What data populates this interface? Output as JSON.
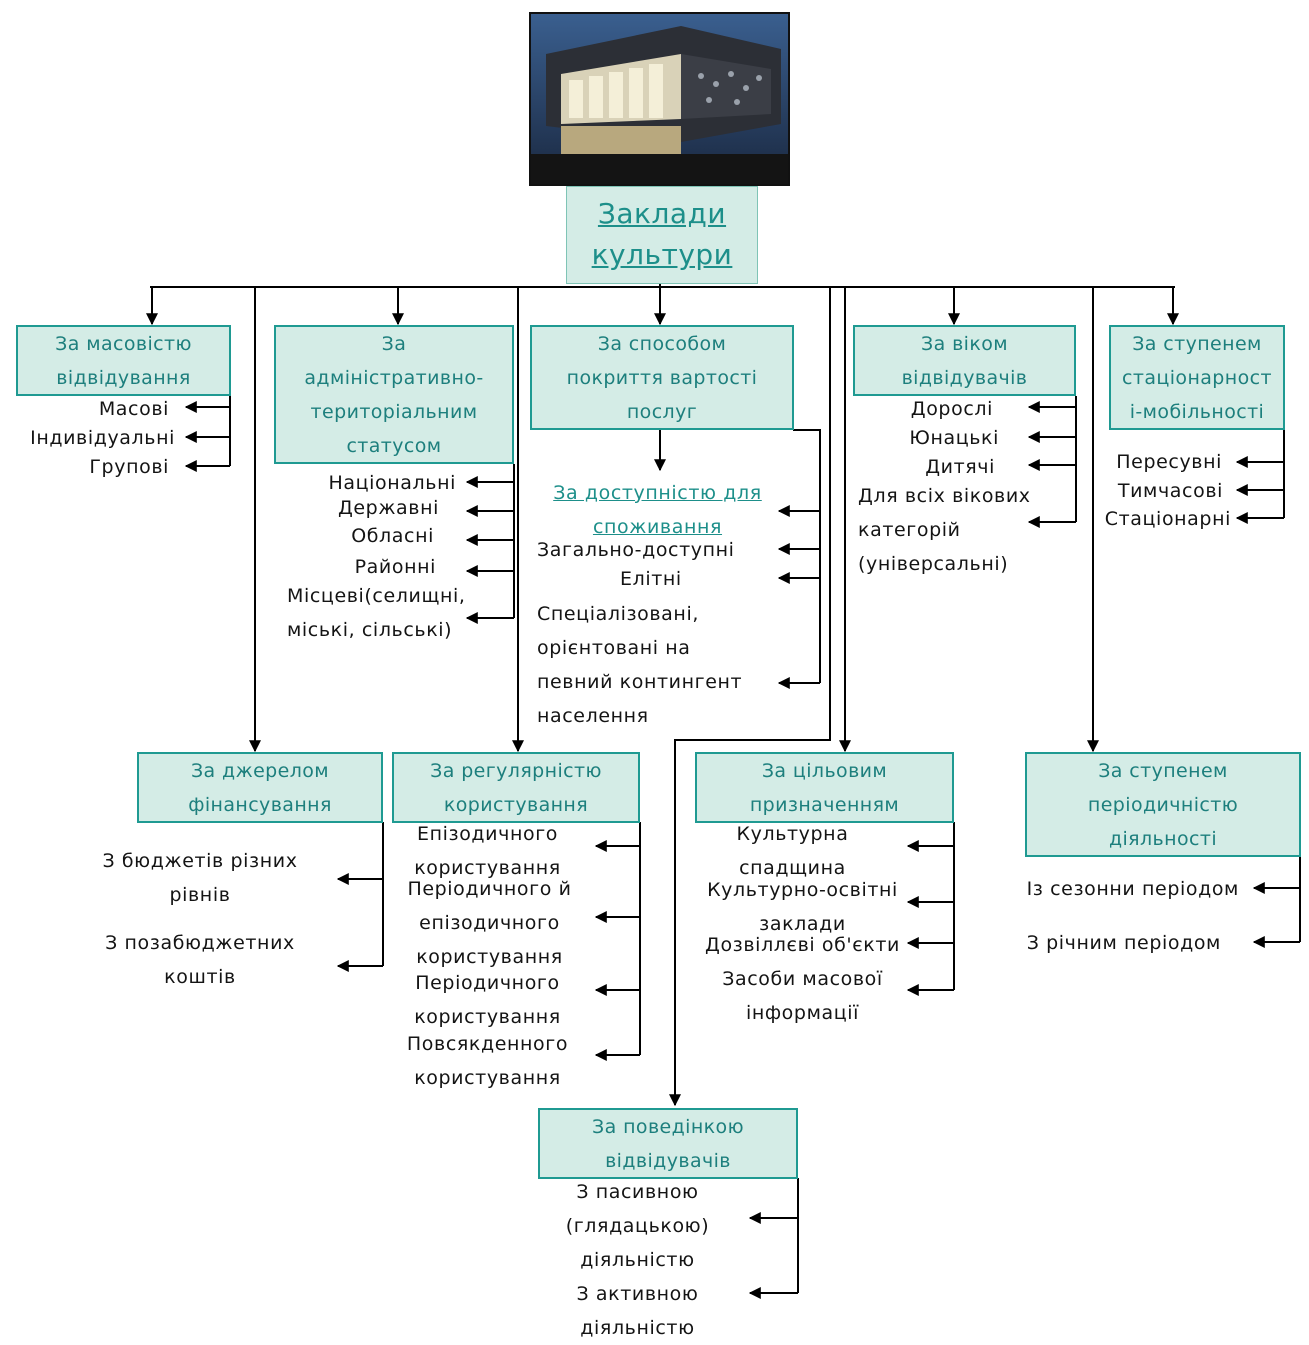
{
  "root": {
    "line1": "Заклади",
    "line2": "культури"
  },
  "categories": {
    "mass": {
      "label": "За масовістю\nвідвідування"
    },
    "admin": {
      "label": "За\nадміністративно-\nтериторіальним\nстатусом"
    },
    "cost": {
      "label": "За способом\nпокриття вартості\nпослуг"
    },
    "age": {
      "label": "За віком\nвідвідувачів"
    },
    "mobility": {
      "label": "За ступенем\nстаціонарност\nі-мобільності"
    },
    "finance": {
      "label": "За джерелом\nфінансування"
    },
    "regular": {
      "label": "За регулярністю\nкористування"
    },
    "purpose": {
      "label": "За цільовим\nпризначенням"
    },
    "period": {
      "label": "За ступенем\nперіодичністю\nдіяльності"
    },
    "behaviour": {
      "label": "За поведінкою\nвідвідувачів"
    }
  },
  "items": {
    "mass": [
      "Масові",
      "Індивідуальні",
      "Групові"
    ],
    "admin": [
      "Національні",
      "Державні",
      "Обласні",
      "Районні",
      "Місцеві(селищні,\nміські, сільські)"
    ],
    "access_heading": "За доступністю для\nспоживання",
    "access": [
      "Загально-доступні",
      "Елітні",
      "Спеціалізовані,\nорієнтовані на\nпевний контингент\nнаселення"
    ],
    "age": [
      "Дорослі",
      "Юнацькі",
      "Дитячі",
      "Для всіх вікових\nкатегорій\n(універсальні)"
    ],
    "mobility": [
      "Пересувні",
      "Тимчасові",
      "Стаціонарні"
    ],
    "finance": [
      "З бюджетів різних\nрівнів",
      "З позабюджетних\nкоштів"
    ],
    "regular": [
      "Епізодичного\nкористування",
      "Періодичного й\nепізодичного\nкористування",
      "Періодичного\nкористування",
      "Повсякденного\nкористування"
    ],
    "purpose": [
      "Культурна\nспадщина",
      "Культурно-освітні\nзаклади",
      "Дозвіллєві об'єкти",
      "Засоби масової\nінформації"
    ],
    "period": [
      "Із сезонни періодом",
      "З річним періодом"
    ],
    "behaviour": [
      "З пасивною\n(глядацькою)\nдіяльністю",
      "З активною\nдіяльністю"
    ]
  },
  "colors": {
    "box_fill": "#d4ece6",
    "box_border": "#1f9a92",
    "box_text": "#1d7f7d",
    "lines": "#000000"
  }
}
